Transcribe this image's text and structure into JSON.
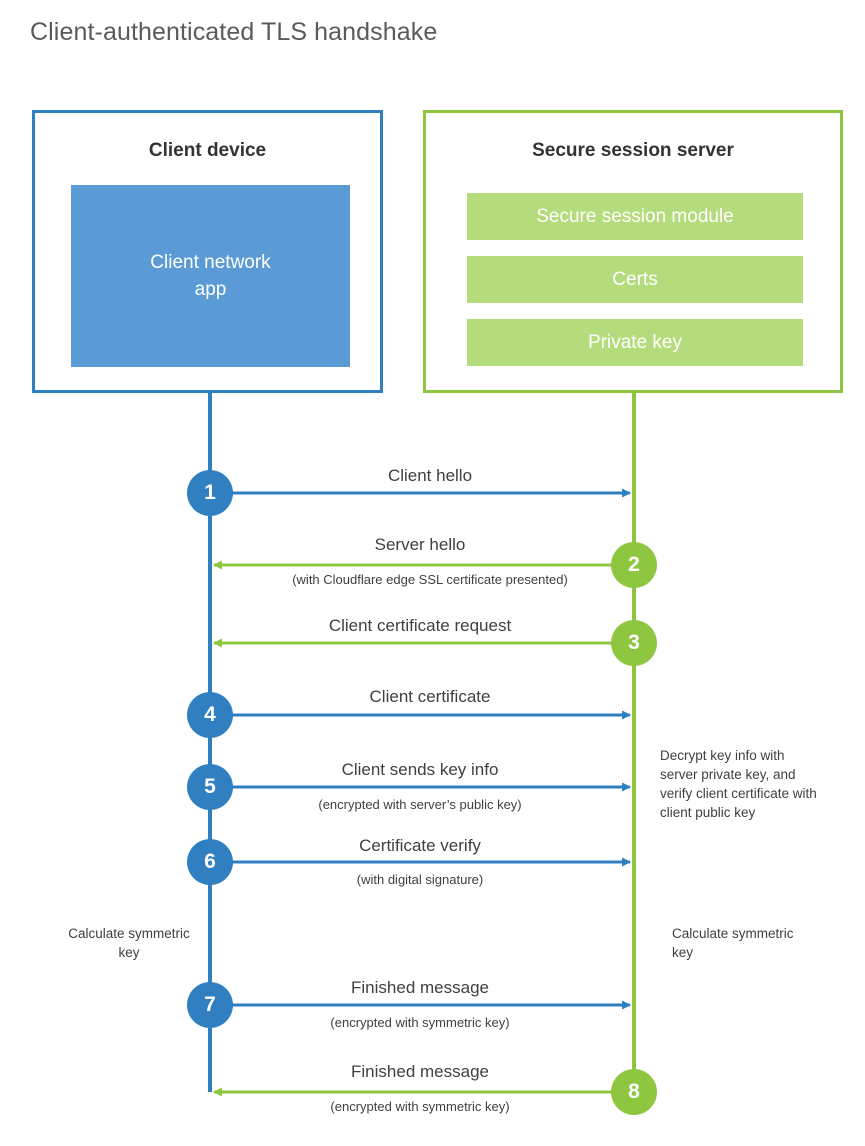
{
  "title": "Client-authenticated TLS handshake",
  "colors": {
    "client_accent": "#2f7fc1",
    "client_app_fill": "#5b9bd5",
    "server_accent": "#8ec640",
    "server_bar_fill": "#b5dc7c",
    "text": "#404040",
    "title_text": "#5a5a5a",
    "background": "#ffffff"
  },
  "client": {
    "title": "Client device",
    "app_label": "Client network\napp",
    "app_label_line1": "Client network",
    "app_label_line2": "app"
  },
  "server": {
    "title": "Secure session server",
    "modules": [
      "Secure session module",
      "Certs",
      "Private key"
    ]
  },
  "steps": [
    {
      "number": "1",
      "origin": "client",
      "direction": "client-to-server",
      "title": "Client hello",
      "subtitle": ""
    },
    {
      "number": "2",
      "origin": "server",
      "direction": "server-to-client",
      "title": "Server hello",
      "subtitle": "(with Cloudflare edge SSL certificate presented)"
    },
    {
      "number": "3",
      "origin": "server",
      "direction": "server-to-client",
      "title": "Client certificate request",
      "subtitle": ""
    },
    {
      "number": "4",
      "origin": "client",
      "direction": "client-to-server",
      "title": "Client certificate",
      "subtitle": ""
    },
    {
      "number": "5",
      "origin": "client",
      "direction": "client-to-server",
      "title": "Client sends key info",
      "subtitle": "(encrypted with server’s public key)"
    },
    {
      "number": "6",
      "origin": "client",
      "direction": "client-to-server",
      "title": "Certificate verify",
      "subtitle": "(with digital signature)"
    },
    {
      "number": "7",
      "origin": "client",
      "direction": "client-to-server",
      "title": "Finished message",
      "subtitle": "(encrypted with symmetric key)"
    },
    {
      "number": "8",
      "origin": "server",
      "direction": "server-to-client",
      "title": "Finished message",
      "subtitle": "(encrypted with symmetric key)"
    }
  ],
  "notes": {
    "server_decrypt": "Decrypt key info with server private key, and verify client certificate with client public key",
    "client_calculate": "Calculate symmetric key",
    "server_calculate": "Calculate symmetric key"
  }
}
